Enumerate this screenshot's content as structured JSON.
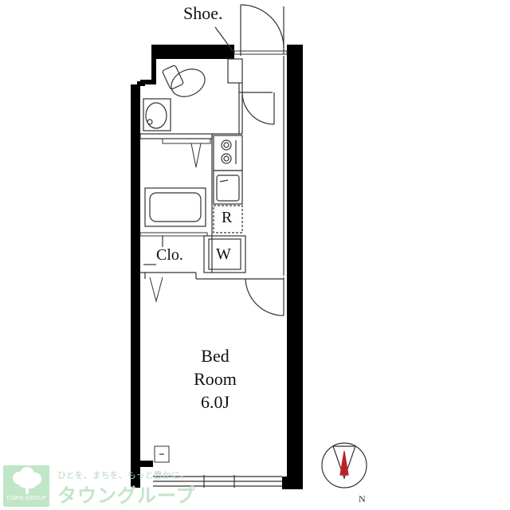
{
  "labels": {
    "shoe": "Shoe.",
    "closet": "Clo.",
    "refrigerator": "R",
    "washer": "W"
  },
  "room": {
    "line1": "Bed",
    "line2": "Room",
    "size": "6.0J"
  },
  "logo": {
    "tagline": "ひとを、まちを、もっと豊かに。",
    "name": "タウングループ",
    "caption": "TOWN GROUP"
  },
  "colors": {
    "wall": "#000000",
    "line": "#333333",
    "logo_green": "#bfe6c6"
  },
  "icons": {
    "compass": "north-arrow-icon",
    "logo": "tree-logo-icon"
  }
}
